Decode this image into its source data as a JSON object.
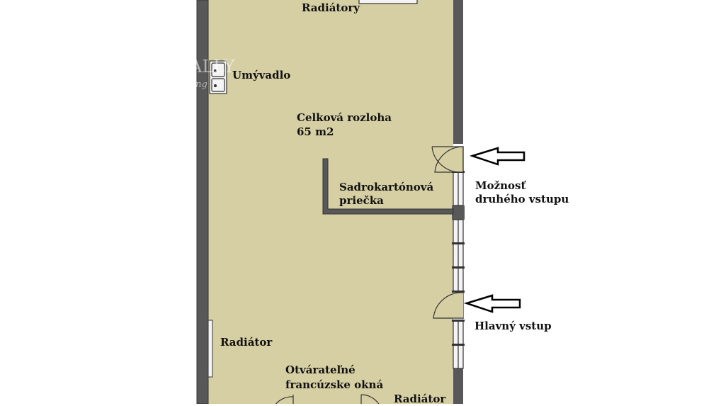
{
  "labels": {
    "radiatory_top": "Radiátory",
    "umyvadlo": "Umývadlo",
    "area_title": "Celková rozloha",
    "area_value": "65 m2",
    "partition_line1": "Sadrokartónová",
    "partition_line2": "priečka",
    "second_entry_line1": "Možnosť",
    "second_entry_line2": "druhého vstupu",
    "main_entry": "Hlavný vstup",
    "radiator_left": "Radiátor",
    "french_windows_line1": "Otvárateľné",
    "french_windows_line2": "francúzske okná",
    "radiator_bottom": "Radiátor"
  },
  "watermark": {
    "text": "ALLY",
    "sub": "ing"
  },
  "colors": {
    "floor": "#d6cfa3",
    "wall": "#585858",
    "window": "#f4f4f4",
    "arrow": "#000000",
    "background": "#ffffff"
  },
  "icons": {
    "sink": "sink-icon",
    "arrow_second_entry": "left-arrow-icon",
    "arrow_main_entry": "left-arrow-icon"
  }
}
